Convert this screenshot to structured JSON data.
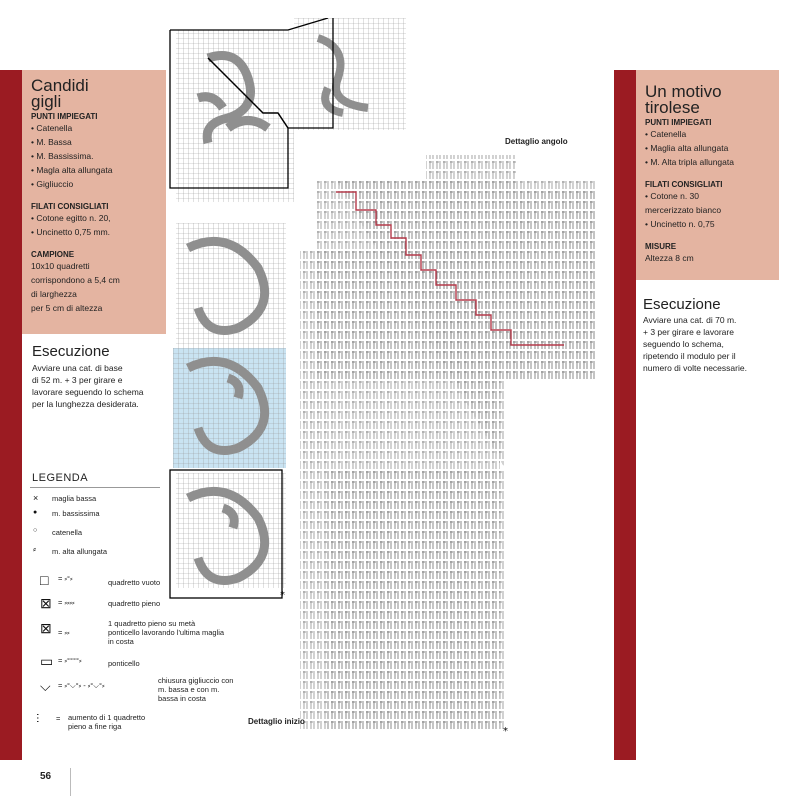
{
  "left_box": {
    "title": "Candidi gigli",
    "section_stitches": "PUNTI IMPIEGATI",
    "stitches": [
      "• Catenella",
      "• M. Bassa",
      "• M. Bassissima.",
      "• Magla alta allungata",
      "• Gigliuccio"
    ],
    "section_yarn": "FILATI CONSIGLIATI",
    "yarn": [
      "• Cotone egitto n. 20,",
      "• Uncinetto 0,75 mm."
    ],
    "section_sample": "CAMPIONE",
    "sample": [
      "10x10 quadretti",
      "corrispondono a 5,4 cm",
      "di larghezza",
      "per 5 cm di altezza"
    ]
  },
  "left_exec": {
    "title": "Esecuzione",
    "lines": [
      "Avviare una cat. di base",
      "di 52 m. + 3 per girare e",
      "lavorare seguendo lo schema",
      "per la lunghezza desiderata."
    ]
  },
  "legend": {
    "title": "LEGENDA",
    "items": [
      {
        "symbol": "×",
        "label": "maglia bassa"
      },
      {
        "symbol": "●",
        "label": "m. bassissima"
      },
      {
        "symbol": "○",
        "label": "catenella"
      },
      {
        "symbol": "⸗",
        "label": "m. alta allungata"
      },
      {
        "symbol": "□",
        "label": "quadretto vuoto"
      },
      {
        "symbol": "⊠",
        "label": "quadretto pieno"
      },
      {
        "symbol": "⊠",
        "label": "1 quadretto pieno su metà ponticello lavorando l'ultima maglia in costa"
      },
      {
        "symbol": "▭",
        "label": "ponticello"
      },
      {
        "symbol": "⌵",
        "label": "chiusura gigliuccio con m. bassa e con m. bassa in costa"
      },
      {
        "symbol": "ⵗ",
        "label": "aumento di 1 quadretto pieno a fine riga"
      }
    ]
  },
  "diagram": {
    "label_corner": "Dettaglio angolo",
    "label_start": "Dettaglio inizio"
  },
  "right_box": {
    "title": "Un motivo tirolese",
    "section_stitches": "PUNTI IMPIEGATI",
    "stitches": [
      "• Catenella",
      "• Maglia alta allungata",
      "• M. Alta tripla allungata"
    ],
    "section_yarn": "FILATI CONSIGLIATI",
    "yarn": [
      "• Cotone n. 30",
      "mercerizzato bianco",
      "• Uncinetto n. 0,75"
    ],
    "section_size": "MISURE",
    "size": [
      "Altezza 8 cm"
    ]
  },
  "right_exec": {
    "title": "Esecuzione",
    "lines": [
      "Avviare una cat. di 70 m.",
      "+ 3 per girare e lavorare",
      "seguendo lo schema,",
      "ripetendo il modulo per il",
      "numero di volte necessarie."
    ]
  },
  "page_number": "56",
  "colors": {
    "accent_red": "#9b1b22",
    "box_pink": "#e4b4a1",
    "chart_blue": "#c9e3f2",
    "chart_grid": "#888888",
    "chart_line": "#b43a4a"
  }
}
